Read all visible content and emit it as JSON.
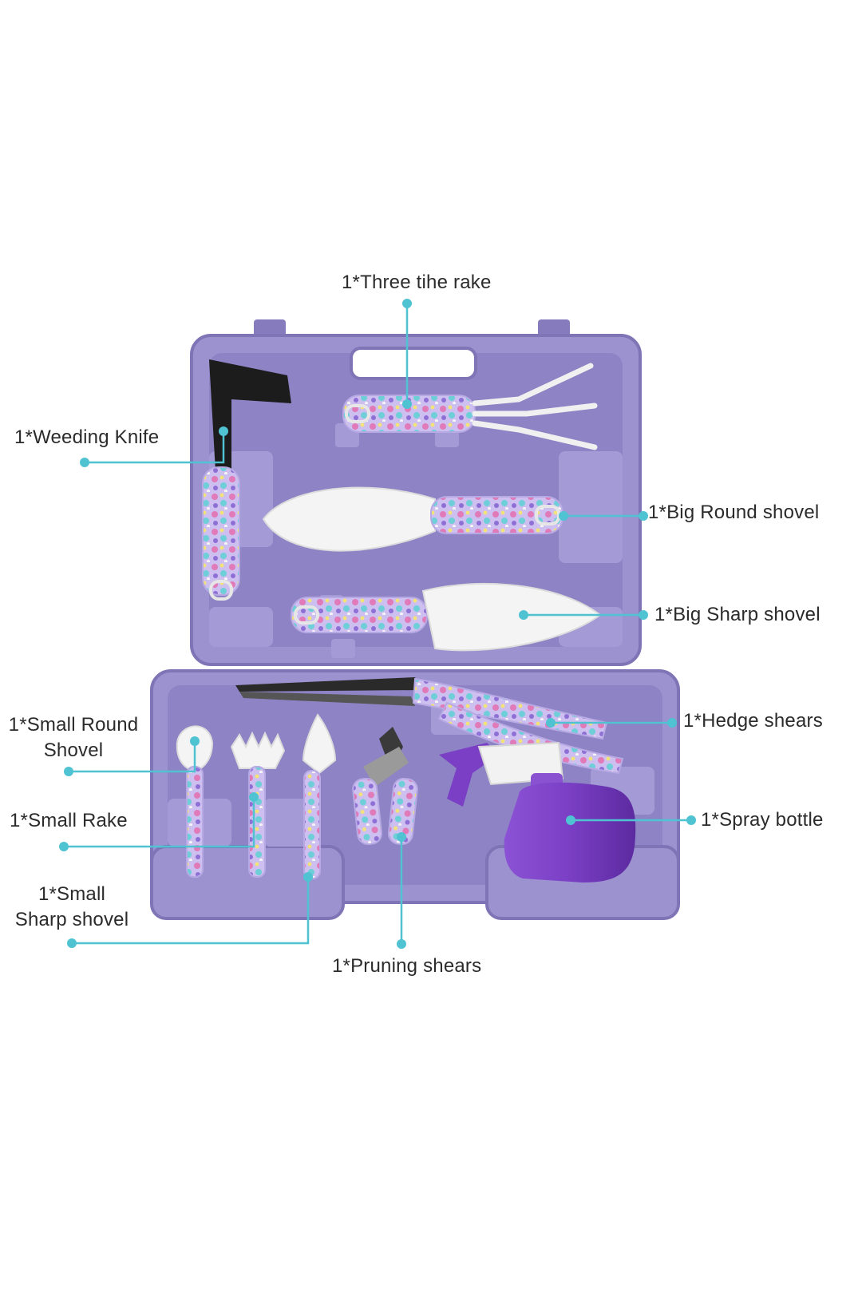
{
  "colors": {
    "case_body": "#9b92cf",
    "case_edge": "#7f74b6",
    "case_recess": "#8a80c3",
    "callout_line": "#4fc3d2",
    "blade": "#f4f4f4",
    "knife_blade": "#1c1c1c",
    "bottle": "#7a3fc4",
    "bottle_head": "#f2f2f2",
    "handle_floral": "#c6b8ea"
  },
  "labels": {
    "three_tine_rake": "1*Three tihe rake",
    "weeding_knife": "1*Weeding Knife",
    "big_round_shovel": "1*Big Round shovel",
    "big_sharp_shovel": "1*Big Sharp shovel",
    "small_round_shovel_line1": "1*Small Round",
    "small_round_shovel_line2": "Shovel",
    "hedge_shears": "1*Hedge shears",
    "small_rake": "1*Small Rake",
    "spray_bottle": "1*Spray bottle",
    "small_sharp_shovel_line1": "1*Small",
    "small_sharp_shovel_line2": "Sharp shovel",
    "pruning_shears": "1*Pruning shears"
  }
}
